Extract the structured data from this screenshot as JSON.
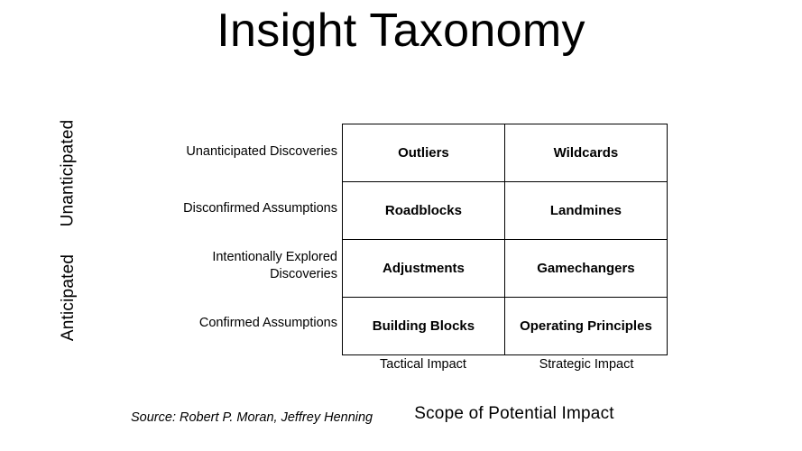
{
  "slide": {
    "title": "Insight Taxonomy",
    "background_color": "#ffffff",
    "text_color": "#000000"
  },
  "vertical_axis": {
    "labels": [
      {
        "text": "Unanticipated"
      },
      {
        "text": "Anticipated"
      }
    ]
  },
  "row_labels": [
    {
      "line1": "Unanticipated Discoveries",
      "line2": ""
    },
    {
      "line1": "Disconfirmed Assumptions",
      "line2": ""
    },
    {
      "line1": "Intentionally Explored",
      "line2": "Discoveries"
    },
    {
      "line1": "Confirmed Assumptions",
      "line2": ""
    }
  ],
  "matrix": {
    "columns": [
      "Tactical Impact",
      "Strategic Impact"
    ],
    "rows": [
      {
        "cells": [
          "Outliers",
          "Wildcards"
        ]
      },
      {
        "cells": [
          "Roadblocks",
          "Landmines"
        ]
      },
      {
        "cells": [
          "Adjustments",
          "Gamechangers"
        ]
      },
      {
        "cells": [
          "Building Blocks",
          "Operating Principles"
        ]
      }
    ]
  },
  "horizontal_axis": {
    "title": "Scope of Potential Impact"
  },
  "source": {
    "text": "Source: Robert P. Moran, Jeffrey Henning"
  },
  "chart_data": {
    "type": "table",
    "title": "Insight Taxonomy",
    "xlabel": "Scope of Potential Impact",
    "ylabel": "",
    "categories": [
      "Tactical Impact",
      "Strategic Impact"
    ],
    "row_categories": [
      "Unanticipated Discoveries",
      "Disconfirmed Assumptions",
      "Intentionally Explored Discoveries",
      "Confirmed Assumptions"
    ],
    "row_groups": [
      {
        "name": "Unanticipated",
        "rows": [
          "Unanticipated Discoveries",
          "Disconfirmed Assumptions"
        ]
      },
      {
        "name": "Anticipated",
        "rows": [
          "Intentionally Explored Discoveries",
          "Confirmed Assumptions"
        ]
      }
    ],
    "values": [
      [
        "Outliers",
        "Wildcards"
      ],
      [
        "Roadblocks",
        "Landmines"
      ],
      [
        "Adjustments",
        "Gamechangers"
      ],
      [
        "Building Blocks",
        "Operating Principles"
      ]
    ],
    "grid": true,
    "legend": "none",
    "annotations": [
      "Source: Robert P. Moran, Jeffrey Henning"
    ]
  }
}
